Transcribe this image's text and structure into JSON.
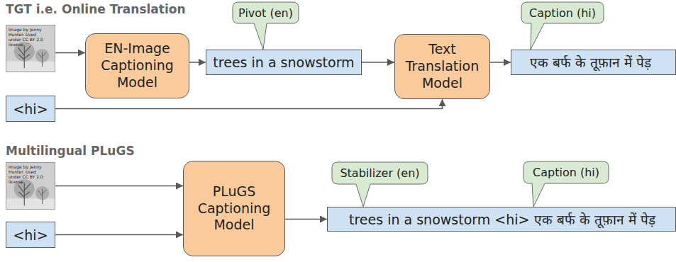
{
  "diagram": {
    "nodes": [
      {
        "text": [
          "Image by Jenny Hunter. Used under CC BY 2.0 license."
        ]
      },
      {
        "text": [
          "EN-Image Captioning Model"
        ]
      },
      {
        "text": [
          "Pivot (en)"
        ]
      },
      {
        "text": [
          "trees in a snowstorm"
        ]
      },
      {
        "text": [
          "Caption (hi)"
        ]
      },
      {
        "text": [
          "Text Translation Model"
        ]
      },
      {
        "text": [
          "एक बर्फ के तूफ़ान में पेड़"
        ]
      },
      {
        "text": [
          "<hi>"
        ]
      },
      {
        "text": [
          "Image by Jenny Hunter. Used under CC BY 2.0 license."
        ]
      },
      {
        "text": [
          "<hi>"
        ]
      },
      {
        "text": [
          "PLuGS Captioning Model"
        ]
      },
      {
        "text": [
          "Stabilizer (en)"
        ]
      },
      {
        "text": [
          "Caption (hi)"
        ]
      },
      {
        "text": [
          "trees in a snowstorm <hi> एक बर्फ के तूफ़ान में पेड़"
        ]
      }
    ],
    "edges": [
      {
        "from": 0,
        "to": 1,
        "arrow": "to"
      },
      {
        "from": 1,
        "to": 3,
        "arrow": "to"
      },
      {
        "from": 3,
        "to": 5,
        "arrow": "to"
      },
      {
        "from": 5,
        "to": 6,
        "arrow": "to"
      },
      {
        "from": 7,
        "to": 5,
        "arrow": "to"
      },
      {
        "from": 8,
        "to": 10,
        "arrow": "to"
      },
      {
        "from": 9,
        "to": 10,
        "arrow": "to"
      },
      {
        "from": 10,
        "to": 13,
        "arrow": "to"
      }
    ],
    "labels": [
      "TGT i.e. Online Translation",
      "Multilingual PLuGS"
    ]
  }
}
